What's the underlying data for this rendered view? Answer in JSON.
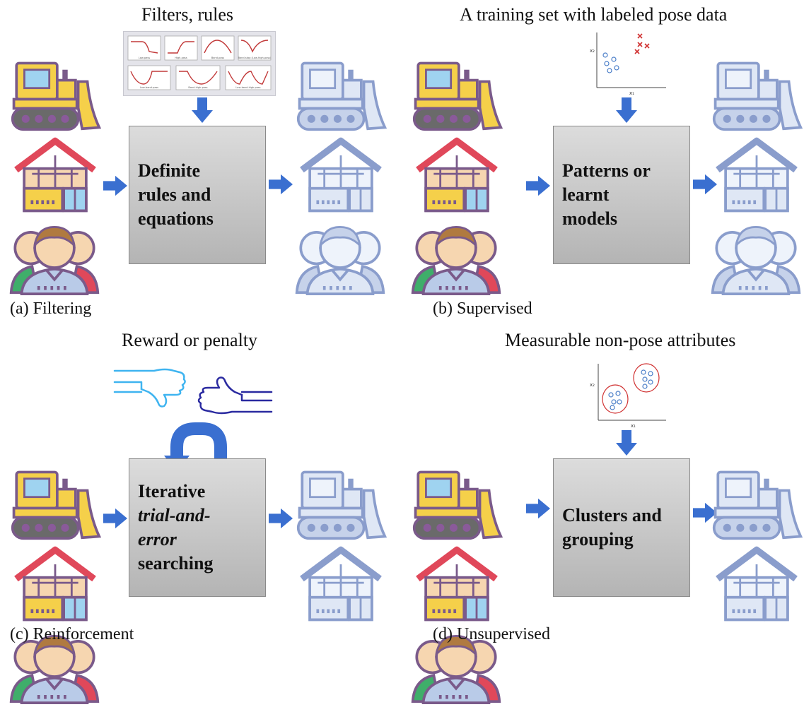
{
  "panels": {
    "a": {
      "top_text": "Filters, rules",
      "box_lines": [
        "Definite",
        "rules and",
        "equations"
      ],
      "caption": "(a) Filtering",
      "filter_labels": [
        "Low-pass",
        "High-pass",
        "Band-pass",
        "Band-stop (Low-high-pass)",
        "Low-band-pass",
        "Band-high-pass",
        "Low-band-high-pass"
      ]
    },
    "b": {
      "top_text": "A training set with labeled pose data",
      "box_lines": [
        "Patterns or",
        "learnt",
        "models"
      ],
      "caption": "(b) Supervised",
      "plot_axis_labels": {
        "x": "x₁",
        "y": "x₂"
      }
    },
    "c": {
      "top_text": "Reward or penalty",
      "box_lines": [
        {
          "text": "Iterative",
          "italic": false
        },
        {
          "text": "trial-and-",
          "italic": true
        },
        {
          "text": "error",
          "italic": true
        },
        {
          "text": "searching",
          "italic": false
        }
      ],
      "caption": "(c) Reinforcement"
    },
    "d": {
      "top_text": "Measurable non-pose attributes",
      "box_lines": [
        "Clusters and",
        "grouping"
      ],
      "caption": "(d) Unsupervised",
      "plot_axis_labels": {
        "x": "x₁",
        "y": "x₂"
      }
    }
  },
  "icons": {
    "input": [
      "bulldozer-icon",
      "house-icon",
      "people-icon"
    ],
    "output": [
      "bulldozer-icon",
      "house-icon",
      "people-icon"
    ]
  },
  "colors": {
    "arrow_blue": "#3a6fd0",
    "input_yellow": "#f5d04a",
    "input_red": "#e0485a",
    "input_green": "#3fae6a",
    "input_skin": "#f6d6b0",
    "input_outline": "#7a5a8a",
    "output_fill": "#dfe7f5",
    "output_outline": "#8a9dcc",
    "box_top": "#dcdcdc",
    "box_bottom": "#b4b4b4"
  }
}
